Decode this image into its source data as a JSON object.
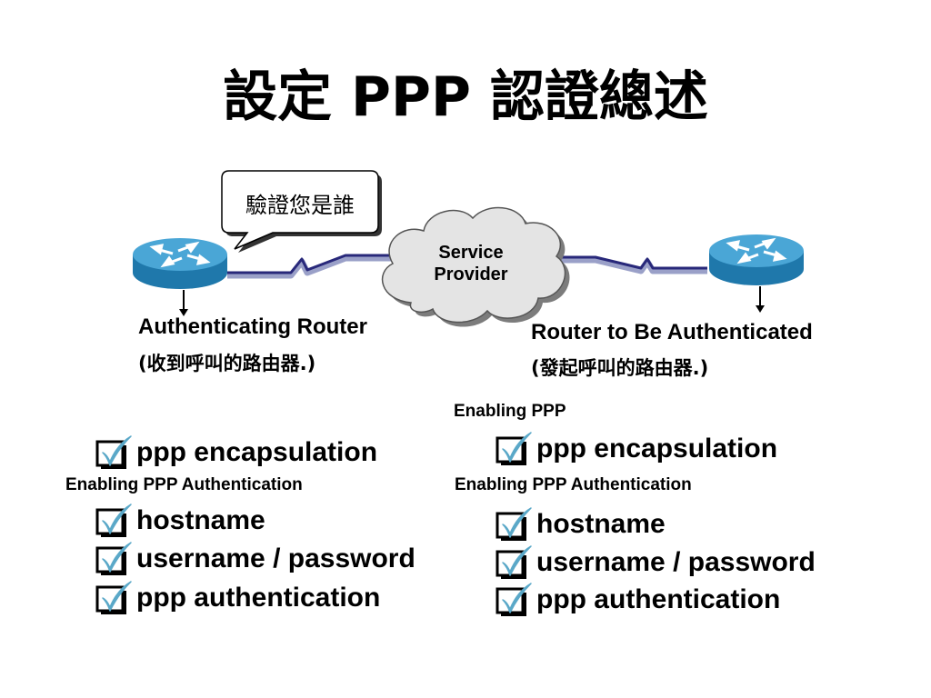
{
  "title": "設定 PPP 認證總述",
  "diagram": {
    "speech_bubble": "驗證您是誰",
    "cloud_label": "Service\nProvider",
    "cloud_line1": "Service",
    "cloud_line2": "Provider",
    "left_router": {
      "name": "Authenticating Router",
      "subtitle": "(收到呼叫的路由器.)"
    },
    "right_router": {
      "name": "Router to Be Authenticated",
      "subtitle": "(發起呼叫的路由器.)"
    }
  },
  "left_column": {
    "items": [
      {
        "command": "ppp encapsulation",
        "checked": true
      },
      {
        "command": "hostname",
        "checked": true
      },
      {
        "command": "username / password",
        "checked": true
      },
      {
        "command": "ppp authentication",
        "checked": true
      }
    ],
    "section_auth": "Enabling PPP Authentication"
  },
  "right_column": {
    "section_ppp": "Enabling PPP",
    "items": [
      {
        "command": "ppp encapsulation",
        "checked": true
      },
      {
        "command": "hostname",
        "checked": true
      },
      {
        "command": "username / password",
        "checked": true
      },
      {
        "command": "ppp authentication",
        "checked": true
      }
    ],
    "section_auth": "Enabling PPP Authentication"
  },
  "colors": {
    "router_body": "#2f8fc4",
    "router_top": "#4aa6d6",
    "cloud_fill": "#e4e4e4",
    "wan_link": "#28287a",
    "check": "#5aa8c8"
  }
}
